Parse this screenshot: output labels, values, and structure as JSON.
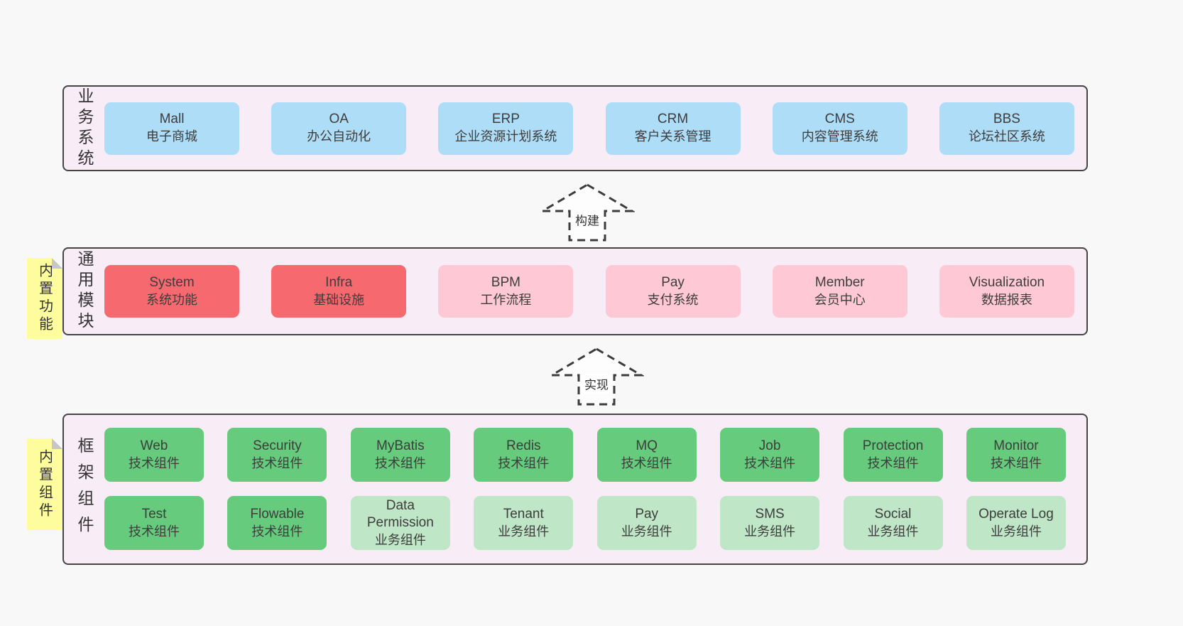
{
  "colors": {
    "page_bg": "#f8f8f8",
    "container_bg": "#f8edf6",
    "container_border": "#454545",
    "business_box": "#aeddf8",
    "module_box_highlight": "#f5696f",
    "module_box": "#fec9d4",
    "tech_component_box": "#66cb7c",
    "biz_component_box": "#bfe6c6",
    "sticky_note": "#fdfd9d",
    "text": "#3d3d3d"
  },
  "arrows": {
    "build": "构建",
    "implement": "实现"
  },
  "layers": {
    "business": {
      "label": "业务系统",
      "boxes": [
        {
          "title": "Mall",
          "subtitle": "电子商城"
        },
        {
          "title": "OA",
          "subtitle": "办公自动化"
        },
        {
          "title": "ERP",
          "subtitle": "企业资源计划系统"
        },
        {
          "title": "CRM",
          "subtitle": "客户关系管理"
        },
        {
          "title": "CMS",
          "subtitle": "内容管理系统"
        },
        {
          "title": "BBS",
          "subtitle": "论坛社区系统"
        }
      ]
    },
    "modules": {
      "label": "通用模块",
      "note": "内置功能",
      "boxes": [
        {
          "title": "System",
          "subtitle": "系统功能",
          "type": "highlight"
        },
        {
          "title": "Infra",
          "subtitle": "基础设施",
          "type": "highlight"
        },
        {
          "title": "BPM",
          "subtitle": "工作流程",
          "type": "normal"
        },
        {
          "title": "Pay",
          "subtitle": "支付系统",
          "type": "normal"
        },
        {
          "title": "Member",
          "subtitle": "会员中心",
          "type": "normal"
        },
        {
          "title": "Visualization",
          "subtitle": "数据报表",
          "type": "normal"
        }
      ]
    },
    "components": {
      "label": "框架组件",
      "note": "内置组件",
      "row1": [
        {
          "title": "Web",
          "subtitle": "技术组件",
          "type": "tech"
        },
        {
          "title": "Security",
          "subtitle": "技术组件",
          "type": "tech"
        },
        {
          "title": "MyBatis",
          "subtitle": "技术组件",
          "type": "tech"
        },
        {
          "title": "Redis",
          "subtitle": "技术组件",
          "type": "tech"
        },
        {
          "title": "MQ",
          "subtitle": "技术组件",
          "type": "tech"
        },
        {
          "title": "Job",
          "subtitle": "技术组件",
          "type": "tech"
        },
        {
          "title": "Protection",
          "subtitle": "技术组件",
          "type": "tech"
        },
        {
          "title": "Monitor",
          "subtitle": "技术组件",
          "type": "tech"
        }
      ],
      "row2": [
        {
          "title": "Test",
          "subtitle": "技术组件",
          "type": "tech"
        },
        {
          "title": "Flowable",
          "subtitle": "技术组件",
          "type": "tech"
        },
        {
          "title": "Data Permission",
          "subtitle": "业务组件",
          "type": "biz"
        },
        {
          "title": "Tenant",
          "subtitle": "业务组件",
          "type": "biz"
        },
        {
          "title": "Pay",
          "subtitle": "业务组件",
          "type": "biz"
        },
        {
          "title": "SMS",
          "subtitle": "业务组件",
          "type": "biz"
        },
        {
          "title": "Social",
          "subtitle": "业务组件",
          "type": "biz"
        },
        {
          "title": "Operate Log",
          "subtitle": "业务组件",
          "type": "biz"
        }
      ]
    }
  }
}
